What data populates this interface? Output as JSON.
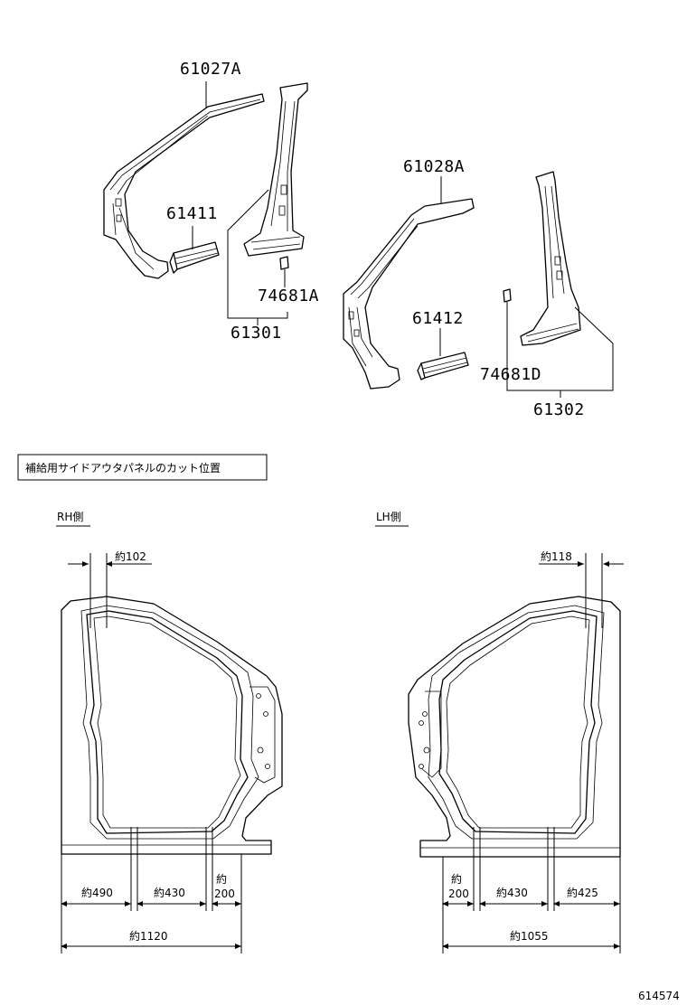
{
  "parts": {
    "p61027A": "61027A",
    "p61411": "61411",
    "p74681A": "74681A",
    "p61301": "61301",
    "p61028A": "61028A",
    "p61412": "61412",
    "p74681D": "74681D",
    "p61302": "61302"
  },
  "section_title": "補給用サイドアウタパネルのカット位置",
  "rh": {
    "label": "RH側",
    "top_dim": "約102",
    "d1": "約490",
    "d2": "約430",
    "d3a": "約",
    "d3b": "200",
    "total": "約1120"
  },
  "lh": {
    "label": "LH側",
    "top_dim": "約118",
    "d1a": "約",
    "d1b": "200",
    "d2": "約430",
    "d3": "約425",
    "total": "約1055"
  },
  "figure_number": "614574"
}
